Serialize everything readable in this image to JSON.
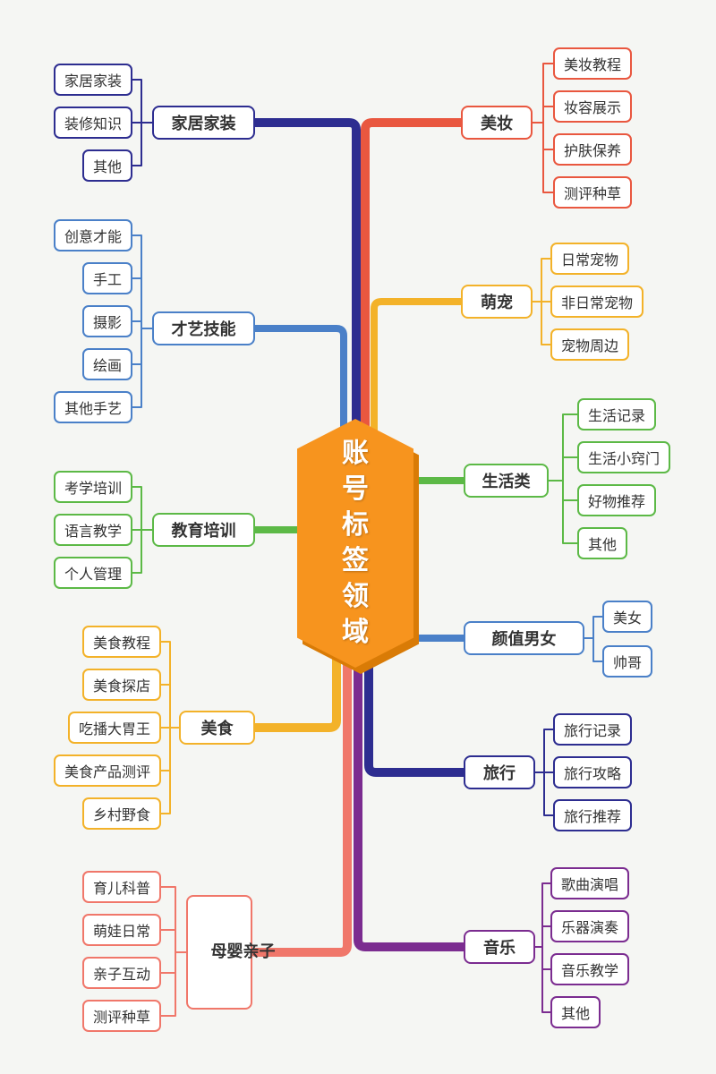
{
  "page": {
    "background": "#f5f6f3"
  },
  "center": {
    "label": "账号标签领域",
    "fill": "#f7941e",
    "shadow": "#d97b06",
    "text_color": "#ffffff"
  },
  "branches": [
    {
      "key": "home",
      "label": "家居家装",
      "side": "left",
      "color": "#2d2d90",
      "children": [
        "家居家装",
        "装修知识",
        "其他"
      ]
    },
    {
      "key": "talent",
      "label": "才艺技能",
      "side": "left",
      "color": "#4a80c8",
      "children": [
        "创意才能",
        "手工",
        "摄影",
        "绘画",
        "其他手艺"
      ]
    },
    {
      "key": "education",
      "label": "教育培训",
      "side": "left",
      "color": "#5cb946",
      "children": [
        "考学培训",
        "语言教学",
        "个人管理"
      ]
    },
    {
      "key": "food",
      "label": "美食",
      "side": "left",
      "color": "#f3b229",
      "children": [
        "美食教程",
        "美食探店",
        "吃播大胃王",
        "美食产品测评",
        "乡村野食"
      ]
    },
    {
      "key": "mother",
      "label": "母婴亲子",
      "side": "left",
      "color": "#f0776a",
      "children": [
        "育儿科普",
        "萌娃日常",
        "亲子互动",
        "测评种草"
      ]
    },
    {
      "key": "beauty",
      "label": "美妆",
      "side": "right",
      "color": "#e9573f",
      "children": [
        "美妆教程",
        "妆容展示",
        "护肤保养",
        "测评种草"
      ]
    },
    {
      "key": "pet",
      "label": "萌宠",
      "side": "right",
      "color": "#f3b229",
      "children": [
        "日常宠物",
        "非日常宠物",
        "宠物周边"
      ]
    },
    {
      "key": "life",
      "label": "生活类",
      "side": "right",
      "color": "#5cb946",
      "children": [
        "生活记录",
        "生活小窍门",
        "好物推荐",
        "其他"
      ]
    },
    {
      "key": "face",
      "label": "颜值男女",
      "side": "right",
      "color": "#4a80c8",
      "children": [
        "美女",
        "帅哥"
      ]
    },
    {
      "key": "travel",
      "label": "旅行",
      "side": "right",
      "color": "#2d2d90",
      "children": [
        "旅行记录",
        "旅行攻略",
        "旅行推荐"
      ]
    },
    {
      "key": "music",
      "label": "音乐",
      "side": "right",
      "color": "#7b2c90",
      "children": [
        "歌曲演唱",
        "乐器演奏",
        "音乐教学",
        "其他"
      ]
    }
  ]
}
